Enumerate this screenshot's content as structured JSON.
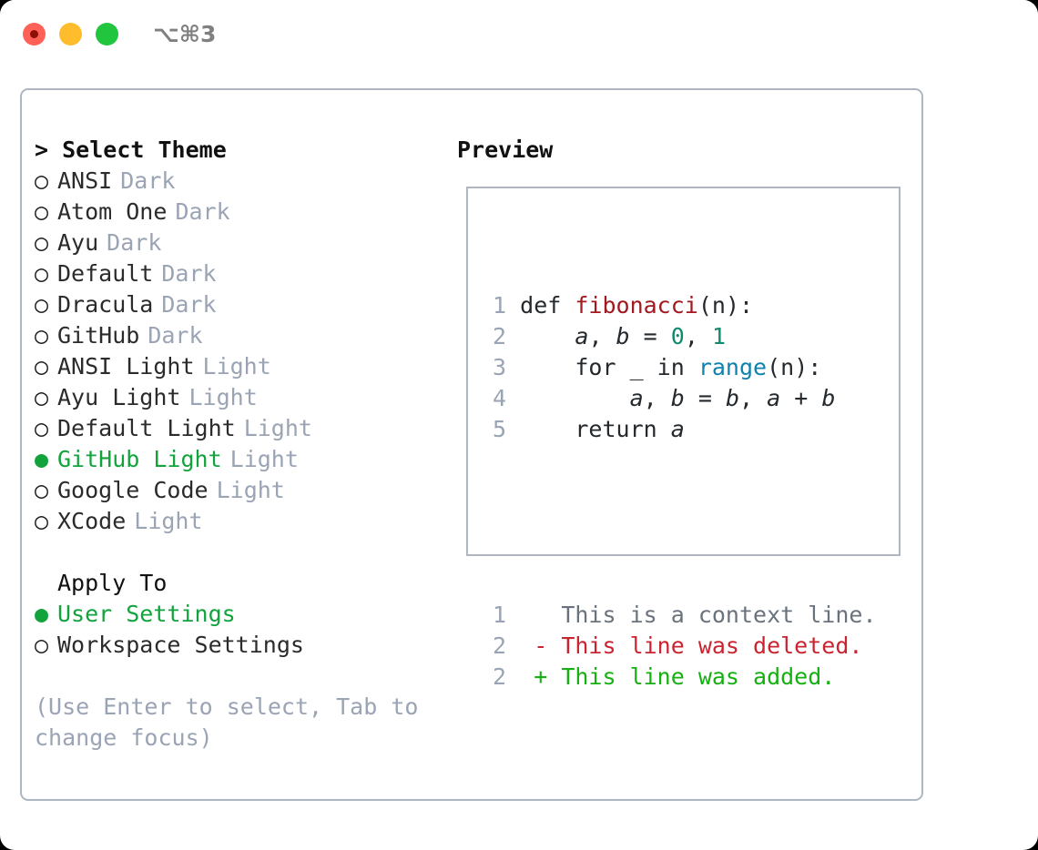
{
  "window": {
    "shortcut": "⌥⌘3",
    "traffic_lights": [
      {
        "name": "close",
        "color": "#ff6159"
      },
      {
        "name": "minimize",
        "color": "#ffbd2e"
      },
      {
        "name": "maximize",
        "color": "#22c53e"
      }
    ]
  },
  "theme_selector": {
    "caret": ">",
    "title": "Select Theme",
    "bullet_off": "○",
    "bullet_on": "●",
    "items": [
      {
        "label": "ANSI",
        "variant": "Dark",
        "selected": false
      },
      {
        "label": "Atom One",
        "variant": "Dark",
        "selected": false
      },
      {
        "label": "Ayu",
        "variant": "Dark",
        "selected": false
      },
      {
        "label": "Default",
        "variant": "Dark",
        "selected": false
      },
      {
        "label": "Dracula",
        "variant": "Dark",
        "selected": false
      },
      {
        "label": "GitHub",
        "variant": "Dark",
        "selected": false
      },
      {
        "label": "ANSI Light",
        "variant": "Light",
        "selected": false
      },
      {
        "label": "Ayu Light",
        "variant": "Light",
        "selected": false
      },
      {
        "label": "Default Light",
        "variant": "Light",
        "selected": false
      },
      {
        "label": "GitHub Light",
        "variant": "Light",
        "selected": true
      },
      {
        "label": "Google Code",
        "variant": "Light",
        "selected": false
      },
      {
        "label": "XCode",
        "variant": "Light",
        "selected": false
      }
    ]
  },
  "apply_to": {
    "title": "Apply To",
    "items": [
      {
        "label": "User Settings",
        "selected": true
      },
      {
        "label": "Workspace Settings",
        "selected": false
      }
    ]
  },
  "hint": "(Use Enter to select, Tab to change focus)",
  "preview": {
    "title": "Preview",
    "code_lines": [
      {
        "num": "1",
        "tokens": [
          {
            "t": "def ",
            "c": "plain"
          },
          {
            "t": "fibonacci",
            "c": "fn"
          },
          {
            "t": "(n):",
            "c": "plain"
          }
        ]
      },
      {
        "num": "2",
        "tokens": [
          {
            "t": "    ",
            "c": "plain"
          },
          {
            "t": "a",
            "c": "var"
          },
          {
            "t": ", ",
            "c": "plain"
          },
          {
            "t": "b",
            "c": "var"
          },
          {
            "t": " = ",
            "c": "plain"
          },
          {
            "t": "0",
            "c": "num"
          },
          {
            "t": ", ",
            "c": "plain"
          },
          {
            "t": "1",
            "c": "num"
          }
        ]
      },
      {
        "num": "3",
        "tokens": [
          {
            "t": "    for _ in ",
            "c": "plain"
          },
          {
            "t": "range",
            "c": "builtin"
          },
          {
            "t": "(n):",
            "c": "plain"
          }
        ]
      },
      {
        "num": "4",
        "tokens": [
          {
            "t": "        ",
            "c": "plain"
          },
          {
            "t": "a",
            "c": "var"
          },
          {
            "t": ", ",
            "c": "plain"
          },
          {
            "t": "b",
            "c": "var"
          },
          {
            "t": " = ",
            "c": "plain"
          },
          {
            "t": "b",
            "c": "var"
          },
          {
            "t": ", ",
            "c": "plain"
          },
          {
            "t": "a",
            "c": "var"
          },
          {
            "t": " + ",
            "c": "plain"
          },
          {
            "t": "b",
            "c": "var"
          }
        ]
      },
      {
        "num": "5",
        "tokens": [
          {
            "t": "    return ",
            "c": "plain"
          },
          {
            "t": "a",
            "c": "var"
          }
        ]
      }
    ],
    "diff_lines": [
      {
        "num": "1",
        "marker": " ",
        "text": "This is a context line.",
        "kind": "ctx"
      },
      {
        "num": "2",
        "marker": "-",
        "text": "This line was deleted.",
        "kind": "del"
      },
      {
        "num": "2",
        "marker": "+",
        "text": "This line was added.",
        "kind": "add"
      }
    ]
  },
  "colors": {
    "accent_green": "#12a33c",
    "muted": "#9aa4b4",
    "border": "#aeb6c2",
    "fn_red": "#a2191f",
    "number_teal": "#0e8a6e",
    "builtin_blue": "#0f82ad",
    "diff_add": "#16b012",
    "diff_del": "#cb2431",
    "diff_ctx": "#6a737d"
  }
}
